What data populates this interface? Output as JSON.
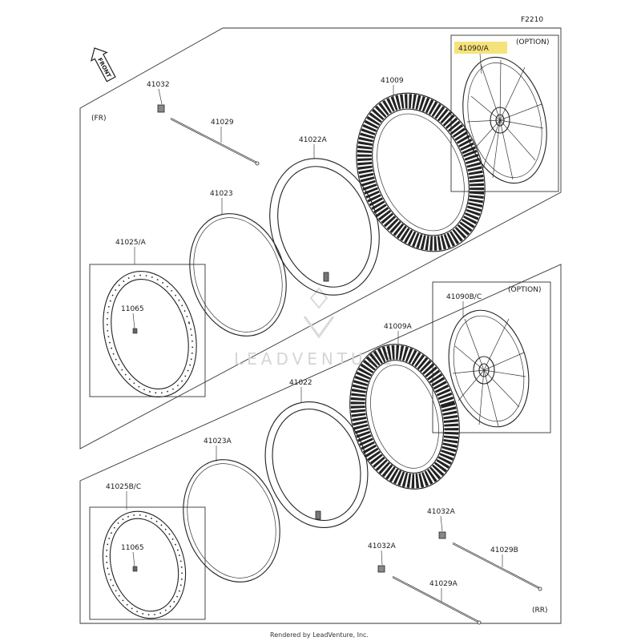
{
  "page_code": "F2210",
  "front_arrow_label": "FRONT",
  "group_front": "(FR)",
  "group_rear": "(RR)",
  "option_front": "(OPTION)",
  "option_rear": "(OPTION)",
  "watermark": "LEADVENTURE",
  "footer": "Rendered by LeadVenture, Inc.",
  "parts": {
    "p41090A": "41090/A",
    "p41032_top": "41032",
    "p41029": "41029",
    "p41009": "41009",
    "p41022A": "41022A",
    "p41023": "41023",
    "p41025A": "41025/A",
    "p11065_top": "11065",
    "p41090BC": "41090B/C",
    "p41009A": "41009A",
    "p41022": "41022",
    "p41023A": "41023A",
    "p41025BC": "41025B/C",
    "p11065_bottom": "11065",
    "p41032A_right": "41032A",
    "p41029B": "41029B",
    "p41032A_left": "41032A",
    "p41029A": "41029A"
  },
  "highlight_color": "#f6e27a"
}
